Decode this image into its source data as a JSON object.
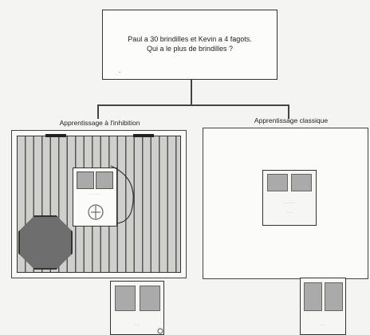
{
  "question": {
    "line1": "Paul a 30 brindilles et  Kevin a 4 fagots.",
    "line2": "Qui a le plus de brindilles ?",
    "mark": "."
  },
  "left_column": {
    "title": "Apprentissage à l'inhibition"
  },
  "right_column": {
    "title": "Apprentissage classique"
  }
}
